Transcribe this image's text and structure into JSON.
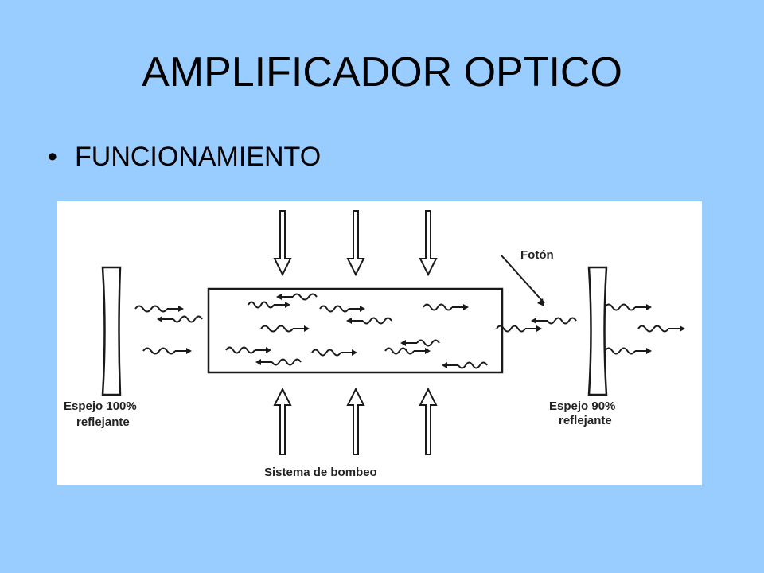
{
  "colors": {
    "background": "#99CCFF",
    "figure_background": "#ffffff",
    "ink": "#1a1a1a"
  },
  "slide": {
    "title": "AMPLIFICADOR OPTICO",
    "bullets": [
      {
        "text": "FUNCIONAMIENTO"
      }
    ]
  },
  "diagram": {
    "labels": {
      "photon": "Fotón",
      "left_mirror_line1": "Espejo 100%",
      "left_mirror_line2": "reflejante",
      "right_mirror_line1": "Espejo 90%",
      "right_mirror_line2": "reflejante",
      "pump_system": "Sistema de bombeo"
    },
    "icons": {
      "pump_arrow_down": "arrow-down-icon",
      "pump_arrow_up": "arrow-up-icon",
      "photon_wave": "wave-arrow-icon"
    }
  }
}
